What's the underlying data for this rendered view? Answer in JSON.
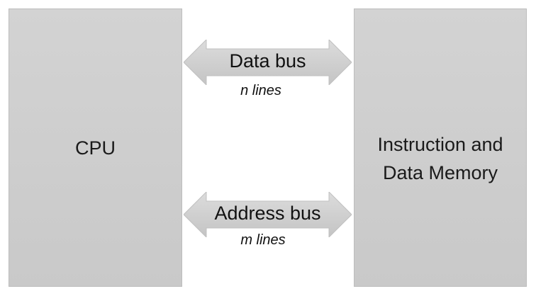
{
  "blocks": {
    "cpu": {
      "label": "CPU"
    },
    "memory": {
      "label": "Instruction and\nData Memory"
    }
  },
  "buses": {
    "data": {
      "label": "Data bus",
      "lines": "n lines"
    },
    "address": {
      "label": "Address bus",
      "lines": "m lines"
    }
  },
  "colors": {
    "block_fill": "#cecece",
    "arrow_fill": "#d0d0d0",
    "text": "#111111"
  }
}
